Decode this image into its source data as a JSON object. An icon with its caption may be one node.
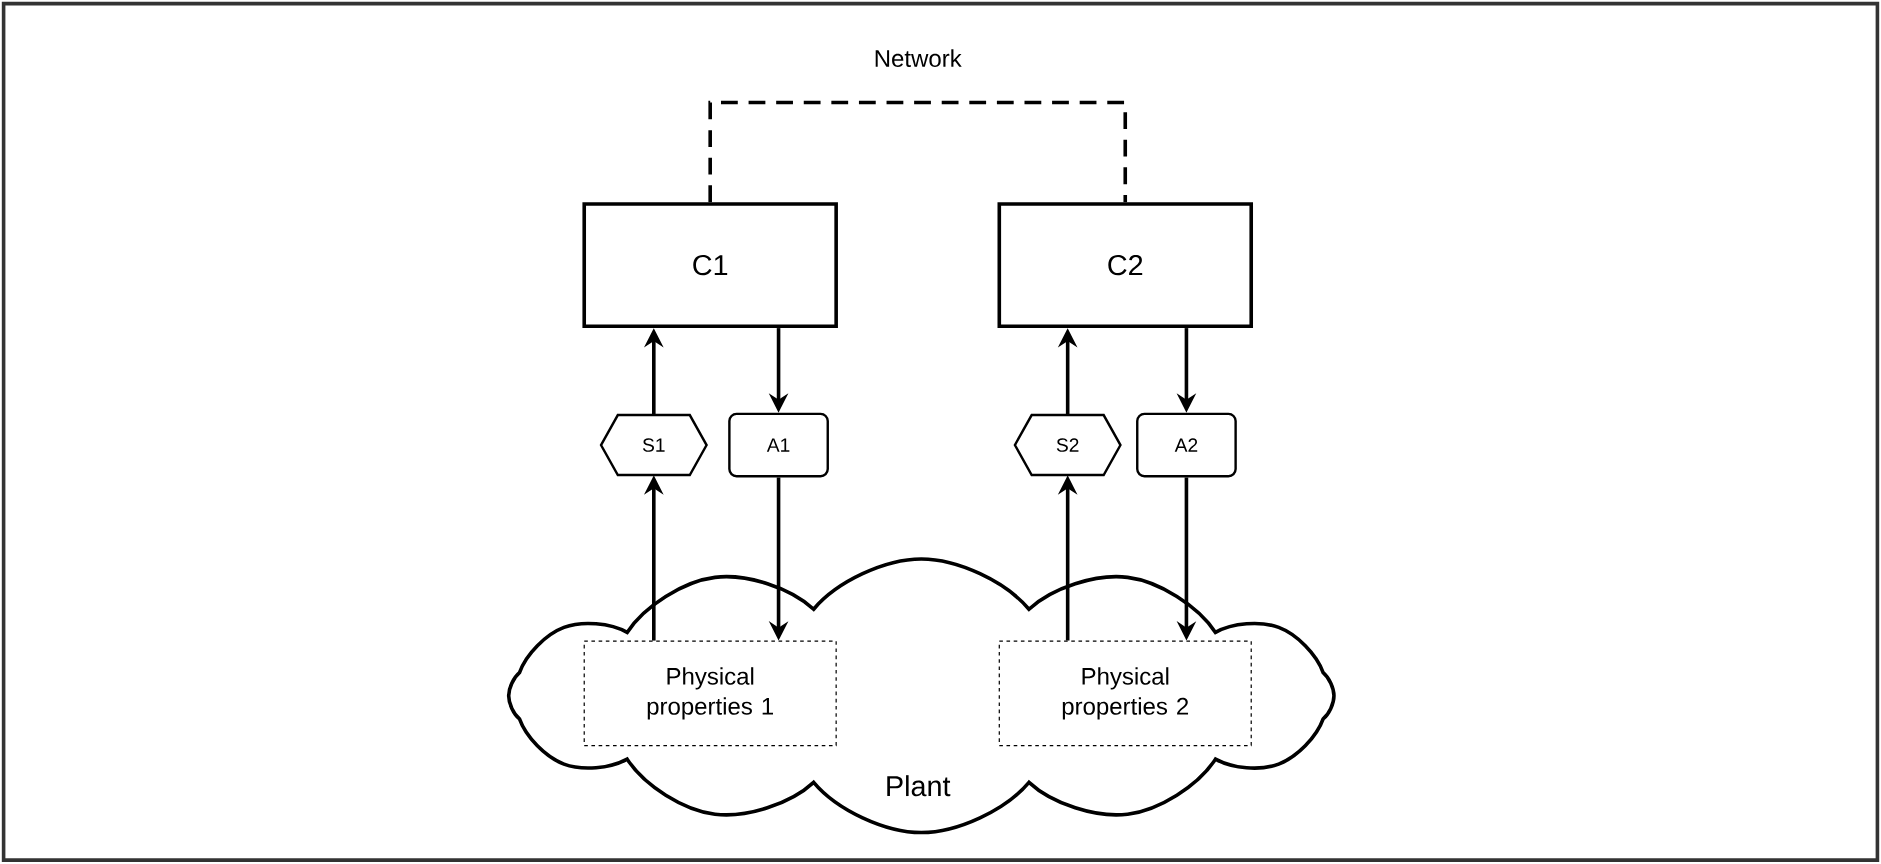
{
  "diagram": {
    "nodes": [
      {
        "text": [
          "C1"
        ]
      },
      {
        "text": [
          "C2"
        ]
      },
      {
        "text": [
          "S1"
        ]
      },
      {
        "text": [
          "A1"
        ]
      },
      {
        "text": [
          "S2"
        ]
      },
      {
        "text": [
          "A2"
        ]
      },
      {
        "text": [
          "Plant"
        ]
      },
      {
        "text": [
          "Physical properties 1"
        ],
        "in": 6
      },
      {
        "text": [
          "Physical properties 2"
        ],
        "in": 6
      }
    ],
    "edges": [
      {
        "from": 0,
        "to": 1,
        "arrow": "none",
        "style": "dashed",
        "label": "Network"
      },
      {
        "from": 2,
        "to": 0,
        "arrow": "to"
      },
      {
        "from": 0,
        "to": 3,
        "arrow": "to"
      },
      {
        "from": 7,
        "to": 2,
        "arrow": "to"
      },
      {
        "from": 3,
        "to": 7,
        "arrow": "to"
      },
      {
        "from": 4,
        "to": 1,
        "arrow": "to"
      },
      {
        "from": 1,
        "to": 5,
        "arrow": "to"
      },
      {
        "from": 8,
        "to": 4,
        "arrow": "to"
      },
      {
        "from": 5,
        "to": 8,
        "arrow": "to"
      }
    ]
  }
}
